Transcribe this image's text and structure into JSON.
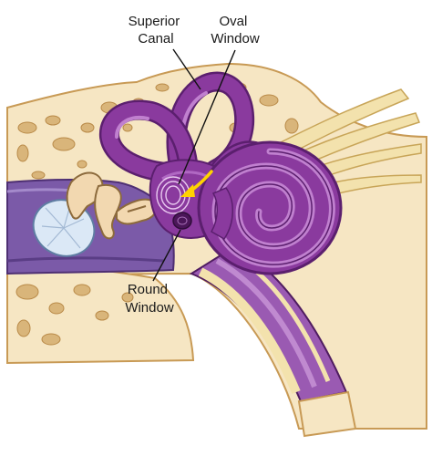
{
  "labels": {
    "superior_canal": [
      "Superior",
      "Canal"
    ],
    "oval_window": [
      "Oval",
      "Window"
    ],
    "round_window": [
      "Round",
      "Window"
    ]
  },
  "colors": {
    "bone": "#f6e6c3",
    "bone_dark": "#e3c48d",
    "bone_pit": "#cfa869",
    "labyrinth": "#8a3a9e",
    "labyrinth_dark": "#5b1f6e",
    "labyrinth_light": "#c080cf",
    "canal_bg": "#7a5aa8",
    "nerve": "#f3e2ad",
    "eardrum": "#dbe8f6",
    "ossicle": "#f2d8b0",
    "arrow": "#ffd300"
  }
}
